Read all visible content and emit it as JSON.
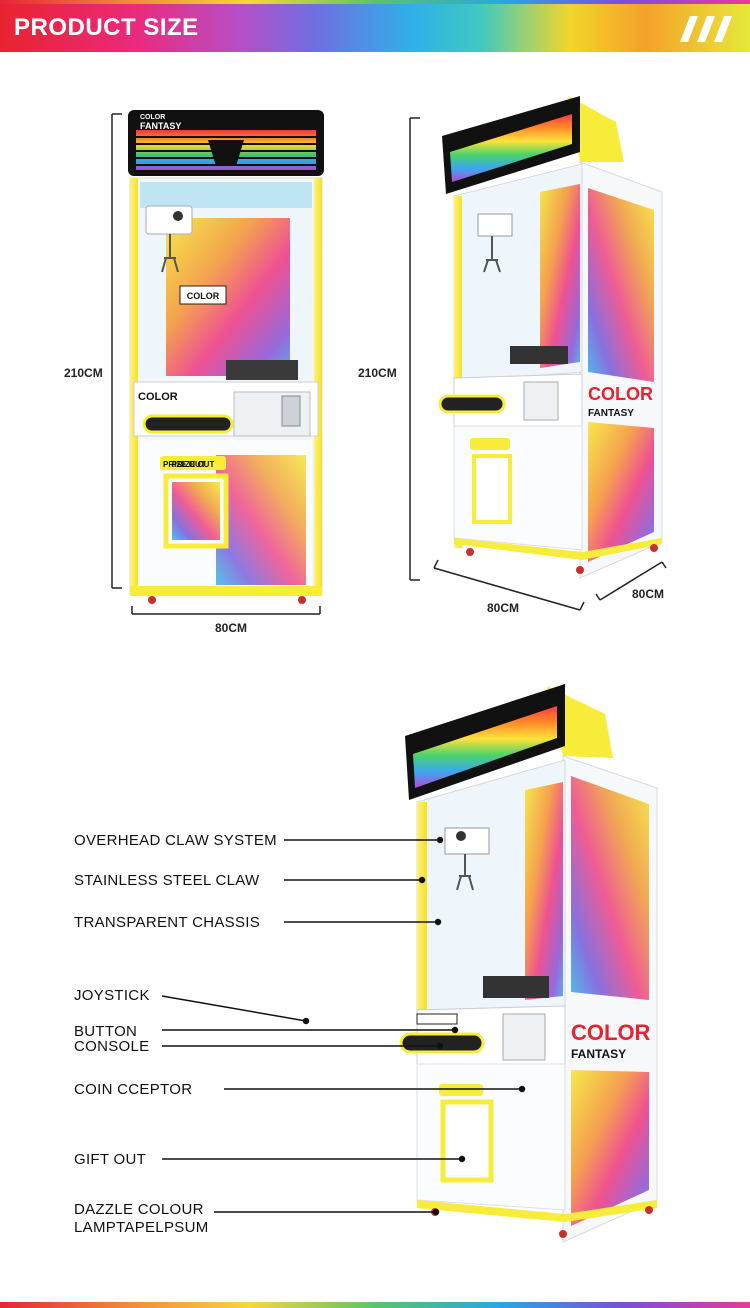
{
  "header": {
    "title": "PRODUCT SIZE",
    "logo_icon": "triple-slash-icon"
  },
  "dimensions": {
    "front_height": "210CM",
    "front_width": "80CM",
    "side_height": "210CM",
    "side_width": "80CM",
    "side_depth": "80CM"
  },
  "cabinet_branding": {
    "brand_top": "COLOR",
    "brand_bottom": "FANTASY",
    "prize_label": "PRIZE OUT"
  },
  "callouts": [
    "OVERHEAD CLAW SYSTEM",
    "STAINLESS STEEL CLAW",
    "TRANSPARENT CHASSIS",
    "JOYSTICK",
    "BUTTON",
    "CONSOLE",
    "COIN CCEPTOR",
    "GIFT OUT",
    "DAZZLE COLOUR",
    "LAMPTAPELPSUM"
  ],
  "colors": {
    "accent_yellow": "#f7ec3a",
    "accent_red": "#e8232f",
    "cabinet_white": "#f4f6f8",
    "marquee_black": "#111111"
  }
}
